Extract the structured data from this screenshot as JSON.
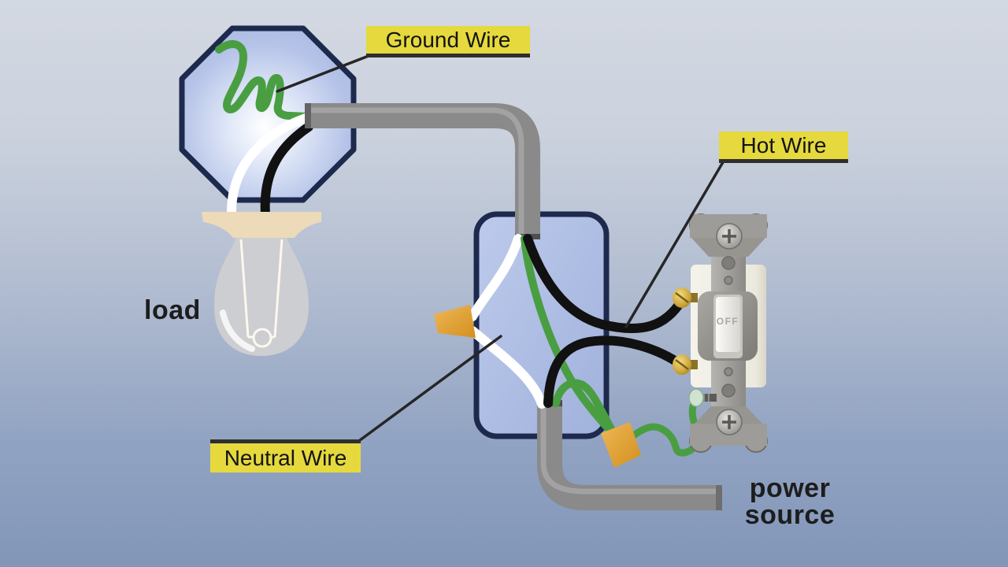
{
  "labels": {
    "ground_wire": "Ground Wire",
    "hot_wire": "Hot Wire",
    "neutral_wire": "Neutral Wire",
    "load": "load",
    "power_source_line1": "power",
    "power_source_line2": "source"
  },
  "switch": {
    "toggle_state": "OFF"
  },
  "colors": {
    "callout_bg": "#e5d93e",
    "callout_text": "#141414",
    "ground_wire_green": "#4a9e42",
    "hot_wire_black": "#111111",
    "neutral_wire_white": "#ffffff",
    "conduit_gray": "#8a8a8a",
    "wire_nut_orange": "#e0a238",
    "electrical_box_fill": "#aebde2",
    "electrical_box_border": "#1d2a4d",
    "bulb_gray": "#cdced1",
    "socket_tan": "#ecdab9",
    "switch_body_cream": "#efede3",
    "background_top": "#d3d8e2",
    "background_bottom": "#8296b8"
  }
}
